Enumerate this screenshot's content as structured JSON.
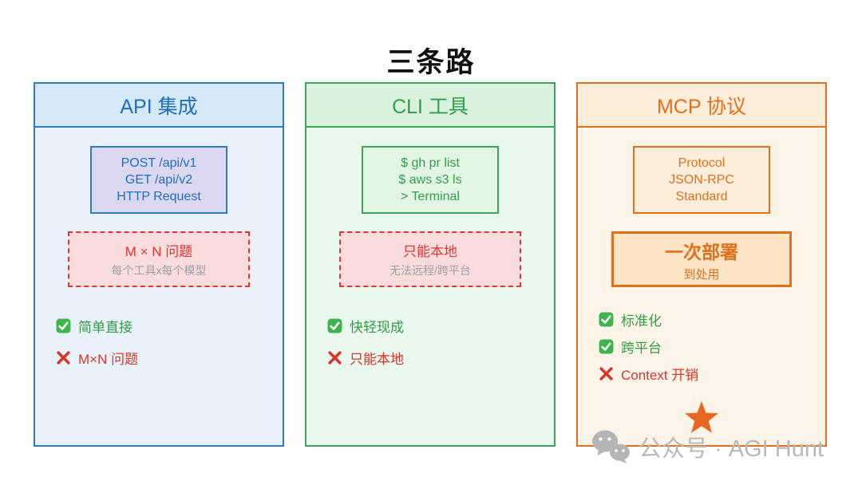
{
  "title": "三条路",
  "columns": [
    {
      "header": "API 集成",
      "code_lines": [
        "POST /api/v1",
        "GET /api/v2",
        "HTTP Request"
      ],
      "warning": {
        "title": "M × N 问题",
        "subtitle": "每个工具x每个模型"
      },
      "points": [
        {
          "type": "pro",
          "label": "简单直接"
        },
        {
          "type": "con",
          "label": "M×N 问题"
        }
      ]
    },
    {
      "header": "CLI 工具",
      "code_lines": [
        "$ gh pr list",
        "$ aws s3 ls",
        "> Terminal"
      ],
      "warning": {
        "title": "只能本地",
        "subtitle": "无法远程/跨平台"
      },
      "points": [
        {
          "type": "pro",
          "label": "快轻现成"
        },
        {
          "type": "con",
          "label": "只能本地"
        }
      ]
    },
    {
      "header": "MCP 协议",
      "code_lines": [
        "Protocol",
        "JSON-RPC",
        "Standard"
      ],
      "highlight": {
        "title": "一次部署",
        "subtitle": "到处用"
      },
      "points": [
        {
          "type": "pro",
          "label": "标准化"
        },
        {
          "type": "pro",
          "label": "跨平台"
        },
        {
          "type": "con",
          "label": "Context 开销"
        }
      ]
    }
  ],
  "icons": {
    "pro": "check-icon",
    "con": "cross-icon",
    "star": "star-icon",
    "watermark": "wechat-icon"
  },
  "watermark": {
    "text": "公众号 · AGI Hunt"
  },
  "colors": {
    "api_accent": "#1e6fc0",
    "api_border": "#2e7cc0",
    "api_header_bg": "#d5e9f8",
    "api_body_bg": "#e9f2fb",
    "api_code_bg": "#ddd8f1",
    "cli_accent": "#2f9e4d",
    "cli_border": "#3ca55c",
    "cli_header_bg": "#d9f2de",
    "cli_body_bg": "#eaf8ee",
    "cli_code_bg": "#e3f5e3",
    "mcp_accent": "#e2701b",
    "mcp_border": "#e2701b",
    "mcp_header_bg": "#fdeedc",
    "mcp_body_bg": "#fdf4e9",
    "mcp_code_bg": "#fdeedc",
    "highlight_bg": "#fce4c4",
    "warning_bg": "#fadcdc",
    "warning_border": "#e3342f",
    "warning_title": "#e3342f",
    "warning_subtitle": "#9aa2a9",
    "pro_text": "#2f9e44",
    "con_text": "#d7362c",
    "star": "#e8671f",
    "watermark_gray": "#b9b9b9"
  }
}
